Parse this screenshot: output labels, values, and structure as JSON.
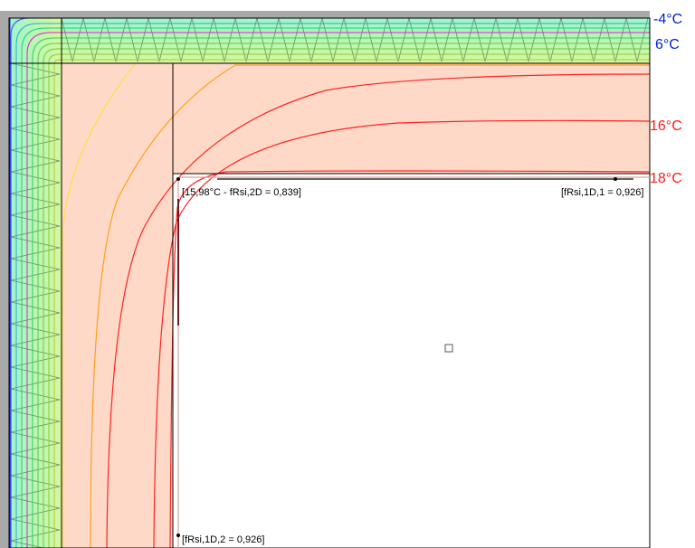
{
  "isotherm_labels": {
    "t_minus4": "-4°C",
    "t_6": "6°C",
    "t_16": "16°C",
    "t_18": "18°C"
  },
  "annotations": {
    "corner_2d": "[15,98°C - fRsi,2D = 0,839]",
    "fRsi_1d_1": "[fRsi,1D,1 = 0,926]",
    "fRsi_1d_2": "[fRsi,1D,2 = 0,926]"
  },
  "colors": {
    "masonry": "#ffd9c8",
    "insulation": "#b8f7a8",
    "cold_label": "#0022cc",
    "warm_label": "#ff1a1a",
    "isotherm_red": "#ff2222",
    "isotherm_orange": "#ff9f1a",
    "isotherm_yellow": "#ffe040",
    "isotherm_magenta": "#dd22cc",
    "isotherm_blue": "#3344ff"
  }
}
